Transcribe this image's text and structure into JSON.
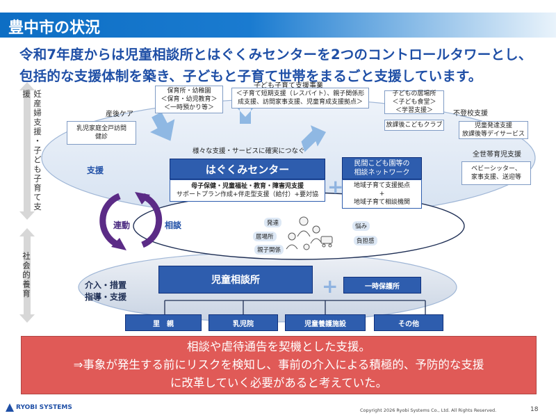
{
  "header": {
    "title": "豊中市の状況"
  },
  "lead": {
    "line1": "令和7年度からは児童相談所とはぐくみセンターを2つのコントロールタワーとし、",
    "line2": "包括的な支援体制を築き、子どもと子育て世帯をまるごと支援しています。"
  },
  "side": {
    "upper": "妊産婦支援・子ども子育て支援",
    "lower": "社会的養育"
  },
  "support": {
    "label": "支援",
    "caption": "様々な支援・サービスに確実につなぐ",
    "services": [
      "産後ケア",
      "乳児家庭全戸訪問\n健診",
      "保育所・幼稚園\n＜保育・幼児教育＞\n＜一時預かり等＞",
      "子ども子育て支援事業",
      "＜子育て短期支援（レスパイト）、親子関係形\n成支援、訪問家事支援、児童育成支援拠点＞",
      "子どもの居場所\n＜子ども食堂＞\n＜学習支援＞",
      "放課後こどもクラブ",
      "不登校支援",
      "児童発達支援\n放課後等デイサービス",
      "全世帯育児支援",
      "ベビーシッター、\n家事支援、送迎等"
    ]
  },
  "center": {
    "title": "はぐくみセンター",
    "line1": "母子保健・児童福祉・教育・障害児支援",
    "line2": "サポートプラン作成+伴走型支援（給付）+要対協"
  },
  "network": {
    "title": "民間こども園等の\n相談ネットワーク",
    "body": "地域子育て支援拠点\n+\n地域子育て相談機関"
  },
  "consult": {
    "renkei": "連動",
    "label": "相談",
    "topics_left": [
      "発達",
      "居場所",
      "親子関係"
    ],
    "topics_right": [
      "悩み",
      "負担感"
    ]
  },
  "care": {
    "label1": "介入・措置",
    "label2": "指導・支援",
    "jido": "児童相談所",
    "ichiji": "一時保護所",
    "placements": [
      "里　親",
      "乳児院",
      "児童養護施設",
      "その他"
    ]
  },
  "callout": {
    "line1": "相談や虐待通告を契機とした支援。",
    "line2": "⇒事象が発生する前にリスクを検知し、事前の介入による積極的、予防的な支援",
    "line3": "に改革していく必要があると考えていた。"
  },
  "footer": {
    "logo": "RYOBI SYSTEMS",
    "copyright": "Copyright 2026 Ryobi Systems Co., Ltd. All Rights Reserved.",
    "page": "18"
  },
  "colors": {
    "accent": "#1f4fa6",
    "header": "#0d6ec4",
    "callout": "#e05a57",
    "center": "#2e5dae",
    "arrows": "#5b2b86"
  }
}
